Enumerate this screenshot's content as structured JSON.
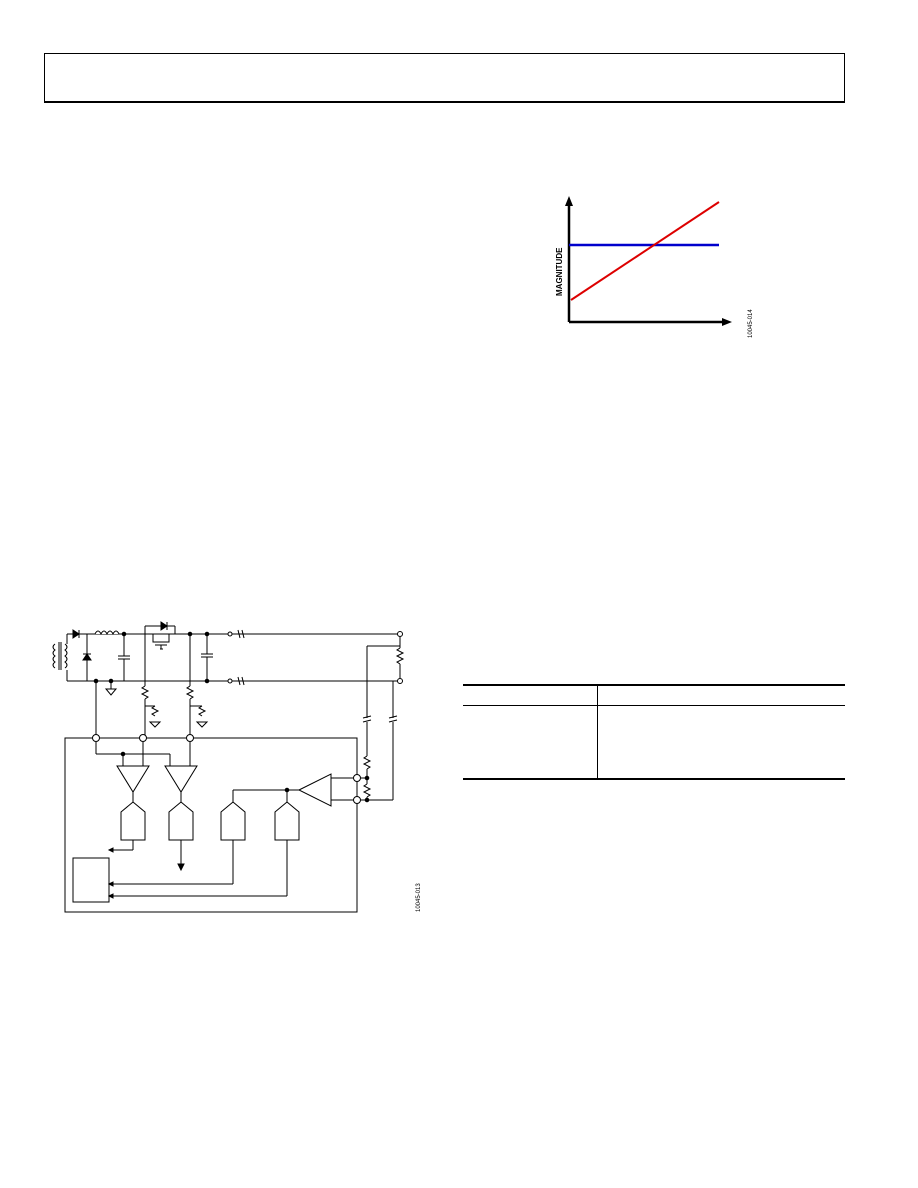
{
  "figures": {
    "magnitude_plot": {
      "ylabel": "MAGNITUDE",
      "figure_id": "10045-014",
      "colors": {
        "axis": "#000000",
        "flat_line": "#0000cc",
        "rising_line": "#dd0000"
      }
    },
    "circuit": {
      "figure_id": "10045-013"
    }
  },
  "table": {
    "headers": [
      "",
      ""
    ],
    "rows": [
      [
        "",
        ""
      ]
    ]
  }
}
